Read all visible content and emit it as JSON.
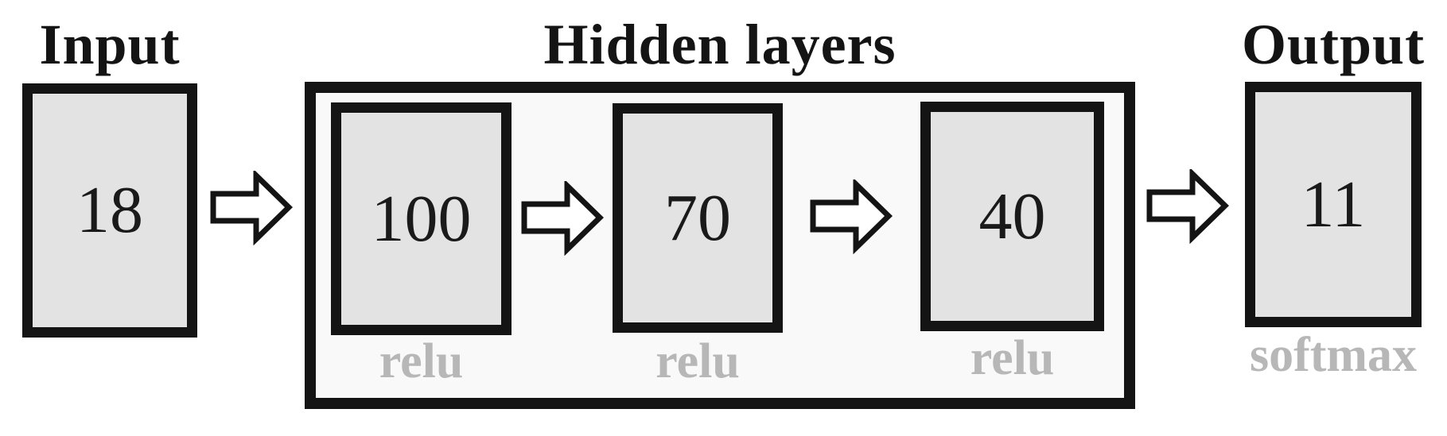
{
  "diagram": {
    "input": {
      "title": "Input",
      "size": "18"
    },
    "hidden_layers": {
      "title": "Hidden layers",
      "layers": [
        {
          "size": "100",
          "activation": "relu"
        },
        {
          "size": "70",
          "activation": "relu"
        },
        {
          "size": "40",
          "activation": "relu"
        }
      ]
    },
    "output": {
      "title": "Output",
      "size": "11",
      "activation": "softmax"
    },
    "colors": {
      "box_fill": "#e3e3e3",
      "container_fill": "#f9f9f9",
      "line_black": "#141414",
      "activation_text": "#b7b7b7"
    }
  }
}
